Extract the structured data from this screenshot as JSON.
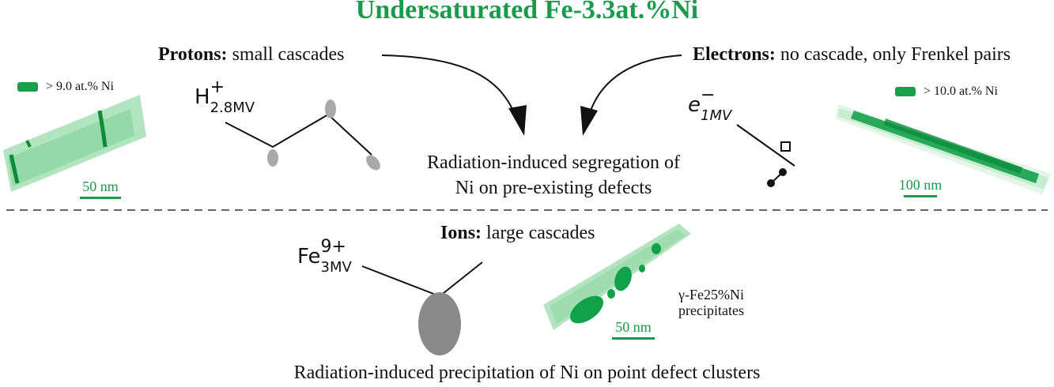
{
  "title": "Undersaturated Fe-3.3at.%Ni",
  "protons": {
    "bold": "Protons:",
    "text": " small cascades",
    "particle_symbol": "H",
    "particle_sup": "+",
    "particle_sub": "2.8MV",
    "legend": "> 9.0 at.% Ni",
    "scale": "50 nm"
  },
  "electrons": {
    "bold": "Electrons:",
    "text": " no cascade, only Frenkel pairs",
    "particle_symbol": "e",
    "particle_sup": "−",
    "particle_sub": "1MV",
    "legend": "> 10.0 at.% Ni",
    "scale": "100 nm"
  },
  "segregation": {
    "line1": "Radiation-induced segregation of",
    "line2": "Ni on pre-existing defects"
  },
  "ions": {
    "bold": "Ions:",
    "text": " large cascades",
    "particle_symbol": "Fe",
    "particle_sup": "9+",
    "particle_sub": "3MV",
    "note_line1": "γ-Fe25%Ni",
    "note_line2": "precipitates",
    "scale": "50 nm"
  },
  "precipitation": "Radiation-induced precipitation of Ni on point defect clusters",
  "colors": {
    "green": "#1a9a4a",
    "gray_defect": "#a9a9a9",
    "gray_cascade": "#8a8a8a"
  }
}
